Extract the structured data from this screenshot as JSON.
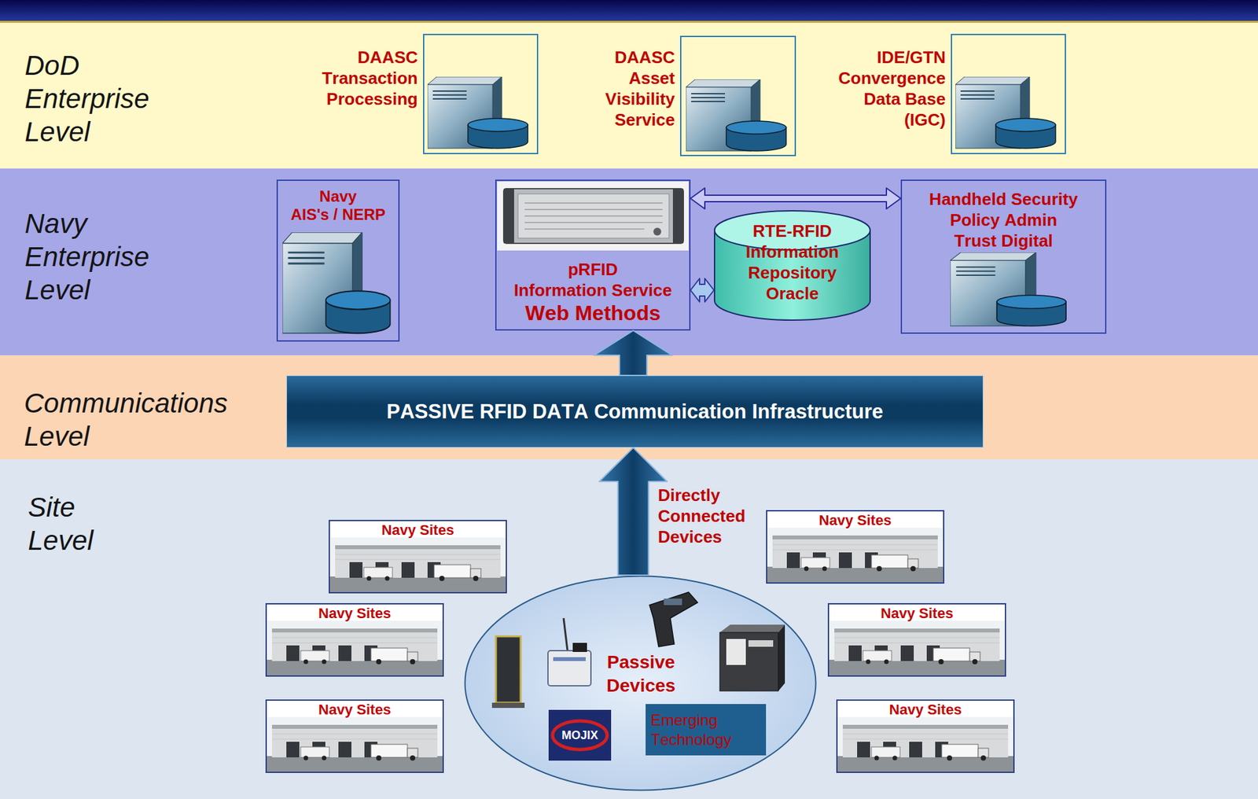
{
  "diagram": {
    "nodes": [
      {
        "text": [
          "DoD Enterprise Level"
        ]
      },
      {
        "text": [
          "DAASC Transaction Processing"
        ],
        "in": 0
      },
      {
        "text": [
          "DAASC Asset Visibility Service"
        ],
        "in": 0
      },
      {
        "text": [
          "IDE/GTN Convergence Data Base (IGC)"
        ],
        "in": 0
      },
      {
        "text": [
          "Navy Enterprise Level"
        ]
      },
      {
        "text": [
          "Navy AIS's / NERP"
        ],
        "in": 4
      },
      {
        "text": [
          "pRFID Information Service",
          "Web Methods"
        ],
        "in": 4
      },
      {
        "text": [
          "RTE-RFID Information Repository Oracle"
        ],
        "in": 4
      },
      {
        "text": [
          "Handheld Security Policy Admin Trust Digital"
        ],
        "in": 4
      },
      {
        "text": [
          "Communications Level"
        ]
      },
      {
        "text": [
          "PASSIVE RFID DATA Communication Infrastructure"
        ],
        "in": 9
      },
      {
        "text": [
          "Site Level"
        ]
      },
      {
        "text": [
          "Navy Sites"
        ],
        "in": 11
      },
      {
        "text": [
          "Navy Sites"
        ],
        "in": 11
      },
      {
        "text": [
          "Navy Sites"
        ],
        "in": 11
      },
      {
        "text": [
          "Navy Sites"
        ],
        "in": 11
      },
      {
        "text": [
          "Navy Sites"
        ],
        "in": 11
      },
      {
        "text": [
          "Navy Sites"
        ],
        "in": 11
      },
      {
        "text": [
          "Passive Devices"
        ],
        "in": 11
      },
      {
        "text": [
          "MOJIX"
        ],
        "in": 18
      },
      {
        "text": [
          "Emerging Technology"
        ],
        "in": 18
      }
    ],
    "edges": [
      {
        "from": 6,
        "to": 8,
        "arrow": "both"
      },
      {
        "from": 6,
        "to": 7,
        "arrow": "both"
      },
      {
        "from": 18,
        "to": 10,
        "label": "Directly Connected Devices",
        "arrow": "to"
      },
      {
        "from": 10,
        "to": 6,
        "arrow": "to"
      }
    ]
  }
}
